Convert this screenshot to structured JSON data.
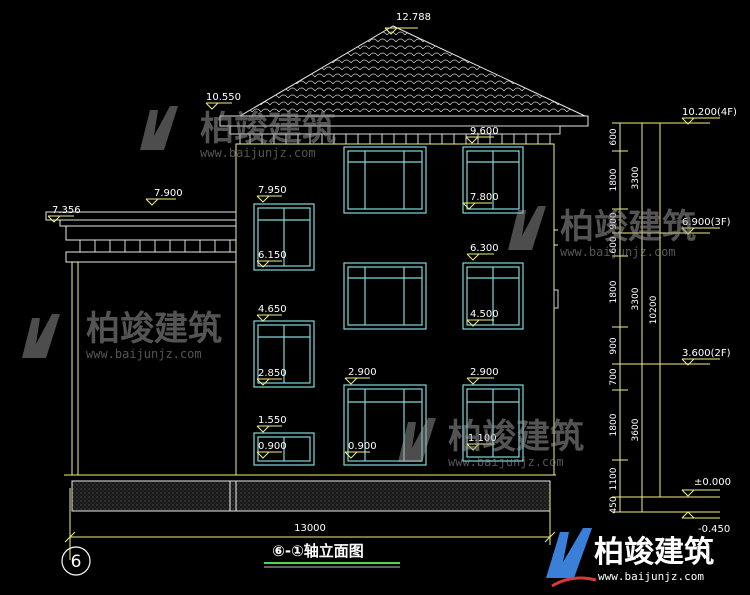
{
  "title": "⑥-①轴立面图",
  "axis_bubble": "6",
  "width_dimension": "13000",
  "elevation_marks": {
    "ridge": "12.788",
    "eave_main": "10.550",
    "left_roof": "7.900",
    "left_parapet": "7.356",
    "w_top_right": "9.600",
    "w_top_right_sill": "7.800",
    "w_left_upper_head": "7.950",
    "w_left_upper_sill": "6.150",
    "w_mid_right_head": "6.300",
    "w_mid_right_sill": "4.500",
    "w_left_mid_head": "4.650",
    "w_left_mid_sill": "2.850",
    "w_ground_center_head": "2.900",
    "w_ground_right_head": "2.900",
    "w_left_low_head": "1.550",
    "w_left_low_sill": "0.900",
    "w_ground_center_sill": "0.900",
    "w_ground_right_sill": "1.100"
  },
  "level_marks": {
    "top": "10.200(4F)",
    "third": "6.900(3F)",
    "second": "3.600(2F)",
    "ground": "±0.000",
    "base": "-0.450"
  },
  "dimensions": {
    "segments": [
      "600",
      "1800",
      "900",
      "600",
      "1800",
      "900",
      "700",
      "1800",
      "1100",
      "450"
    ],
    "floors": [
      "3300",
      "3300",
      "3600"
    ],
    "total": "10200"
  },
  "watermark": {
    "text": "柏竣建筑",
    "url": "www.baijunjz.com"
  },
  "brand": {
    "text": "柏竣建筑",
    "url": "www.baijunjz.com"
  }
}
